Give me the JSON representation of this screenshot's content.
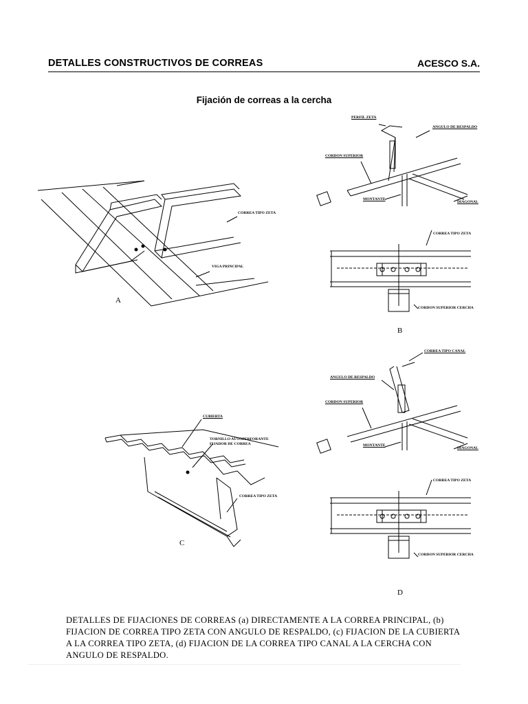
{
  "header": {
    "title": "DETALLES CONSTRUCTIVOS DE CORREAS",
    "company": "ACESCO S.A."
  },
  "subtitle": "Fijación de correas a la cercha",
  "figures": {
    "a": {
      "letter": "A",
      "labels": {
        "correa_tipo_zeta": "CORREA TIPO ZETA",
        "viga_principal": "VIGA PRINCIPAL"
      }
    },
    "b_top": {
      "labels": {
        "perfil_zeta": "PERFIL ZETA",
        "angulo_respaldo": "ANGULO DE RESPALDO",
        "cordon_superior": "CORDON SUPERIOR",
        "montante": "MONTANTE",
        "diagonal": "DIAGONAL"
      }
    },
    "b_bottom": {
      "letter": "B",
      "labels": {
        "correa_tipo_zeta": "CORREA TIPO ZETA",
        "cordon_superior_cercha": "CORDON SUPERIOR CERCHA"
      }
    },
    "c": {
      "letter": "C",
      "labels": {
        "cubierta": "CUBIERTA",
        "tornillo_1": "TORNILLO AUTOPERFORANTE",
        "tornillo_2": "FIJADOR DE CORREA",
        "correa_tipo_zeta": "CORREA TIPO ZETA"
      }
    },
    "d_top": {
      "labels": {
        "correa_tipo_canal": "CORREA TIPO CANAL",
        "angulo_respaldo": "ANGULO DE RESPALDO",
        "cordon_superior": "CORDON SUPERIOR",
        "montante": "MONTANTE",
        "diagonal": "DIAGONAL"
      }
    },
    "d_bottom": {
      "letter": "D",
      "labels": {
        "correa_tipo_zeta": "CORREA TIPO ZETA",
        "cordon_superior_cercha": "CORDON SUPERIOR CERCHA"
      }
    }
  },
  "caption": {
    "lines": [
      "DETALLES DE FIJACIONES DE CORREAS (a) DIRECTAMENTE A LA  CORREA PRINCIPAL, (b)",
      "FIJACION DE CORREA TIPO ZETA CON ANGULO DE RESPALDO, (c) FIJACION DE LA CUBIERTA",
      "A LA CORREA TIPO ZETA, (d) FIJACION DE LA CORREA TIPO CANAL A LA CERCHA CON",
      "ANGULO DE RESPALDO."
    ]
  }
}
